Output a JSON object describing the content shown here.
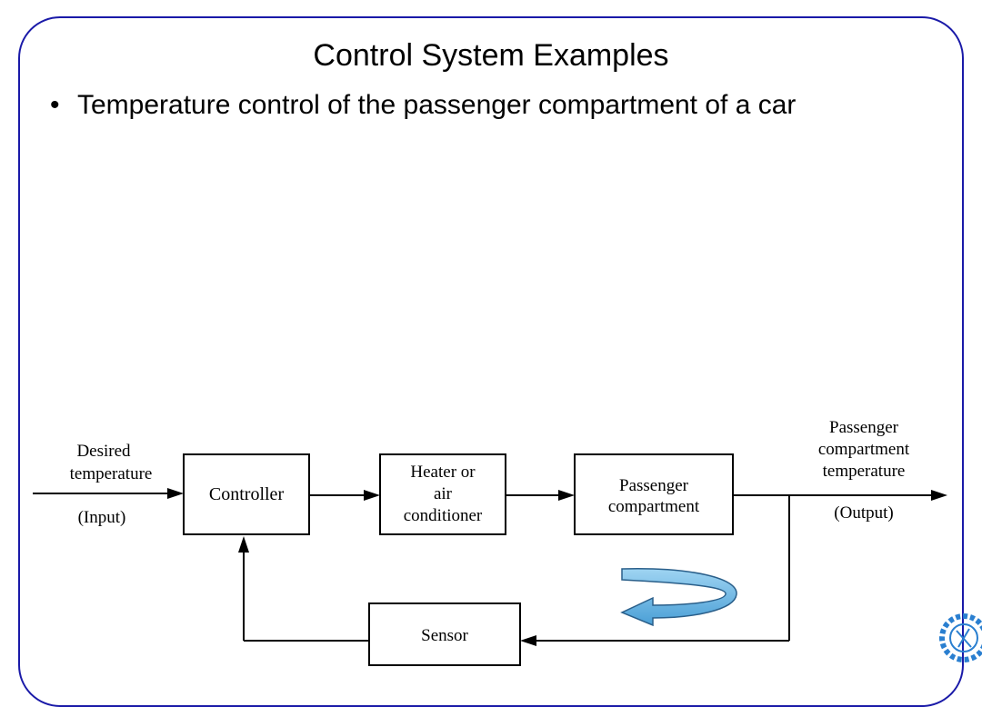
{
  "slide": {
    "title": "Control System Examples",
    "bullet": "Temperature control of the passenger compartment of a car"
  },
  "diagram": {
    "input": {
      "name": "Desired temperature",
      "line1": "Desired",
      "line2": "temperature",
      "tag": "(Input)"
    },
    "blocks": {
      "controller": {
        "lines": [
          "Controller"
        ]
      },
      "heater": {
        "lines": [
          "Heater or",
          "air",
          "conditioner"
        ]
      },
      "compartment": {
        "lines": [
          "Passenger",
          "compartment"
        ]
      },
      "sensor": {
        "lines": [
          "Sensor"
        ]
      }
    },
    "output": {
      "line1": "Passenger",
      "line2": "compartment",
      "line3": "temperature",
      "tag": "(Output)"
    },
    "feedback_arrow_color": "#5aaee0"
  },
  "colors": {
    "frame": "#1a1aa8",
    "text": "#000000",
    "feedback_arrow_fill": "#5aaee0",
    "feedback_arrow_stroke": "#2a5f8a",
    "logo": "#2a7fd0"
  },
  "icons": {
    "logo": "university-gear-logo-icon"
  }
}
